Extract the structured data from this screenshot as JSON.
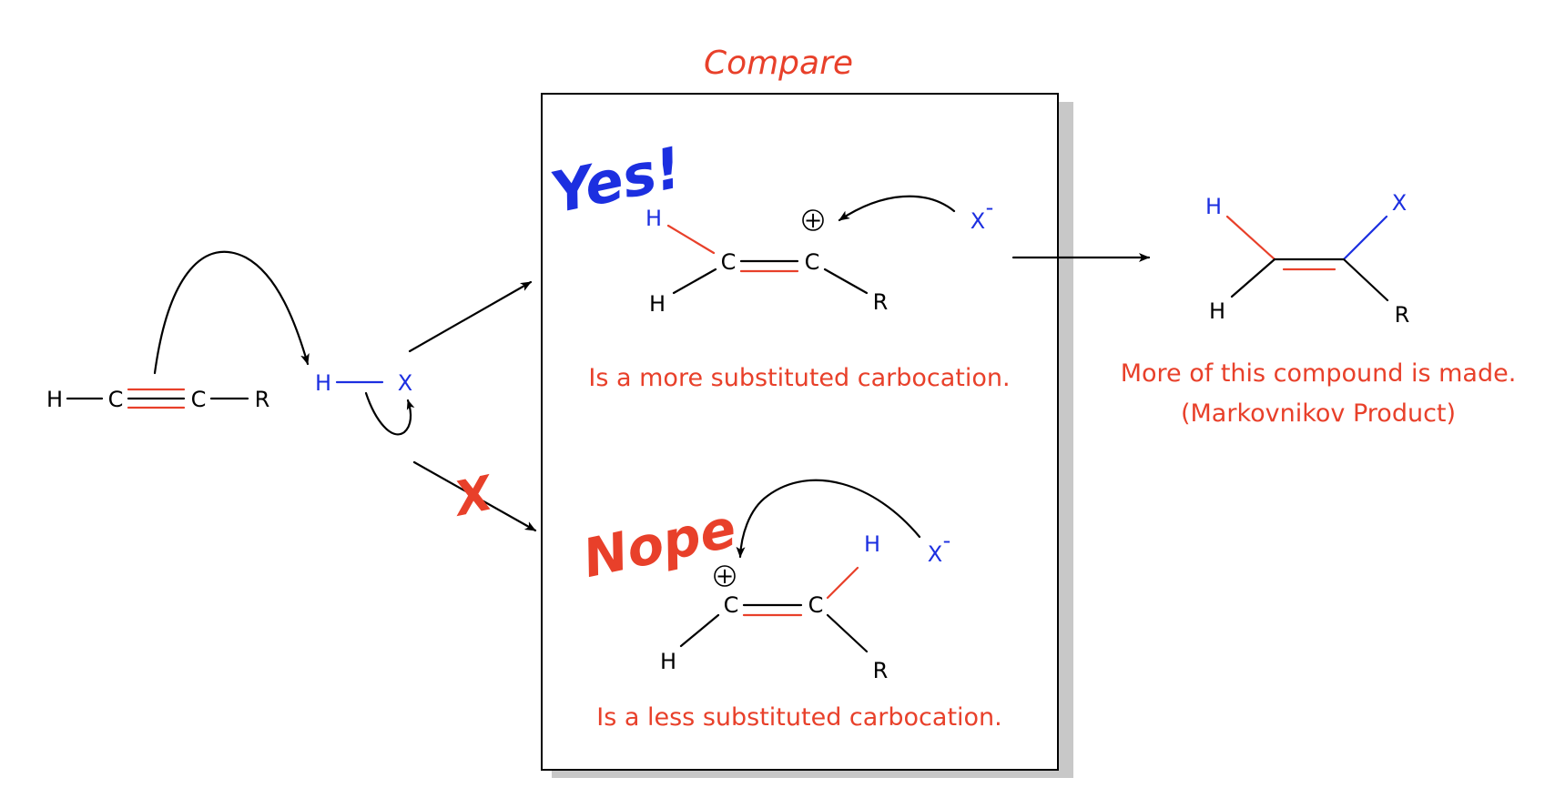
{
  "title": "Compare",
  "reactant": {
    "h": "H",
    "c1": "C",
    "c2": "C",
    "r": "R"
  },
  "reagent": {
    "h": "H",
    "x": "X"
  },
  "yes_path": {
    "label": "Yes!",
    "atoms": {
      "h_top": "H",
      "h_bottom": "H",
      "c1": "C",
      "c2": "C",
      "r": "R",
      "charge": "+",
      "nucleophile": "X",
      "nucleophile_charge": "-"
    },
    "caption": "Is a more substituted carbocation."
  },
  "nope_path": {
    "label": "Nope",
    "blocked_mark": "X",
    "atoms": {
      "h_left": "H",
      "h_top": "H",
      "c1": "C",
      "c2": "C",
      "r": "R",
      "charge": "+",
      "nucleophile": "X",
      "nucleophile_charge": "-"
    },
    "caption": "Is a less substituted carbocation."
  },
  "product": {
    "atoms": {
      "h_top": "H",
      "h_bottom": "H",
      "x": "X",
      "r": "R"
    },
    "caption_line1": "More of this compound is made.",
    "caption_line2": "(Markovnikov Product)"
  },
  "colors": {
    "black": "#000000",
    "red": "#e8402a",
    "blue": "#1c2fe0",
    "shadow": "#c8c8c8"
  }
}
